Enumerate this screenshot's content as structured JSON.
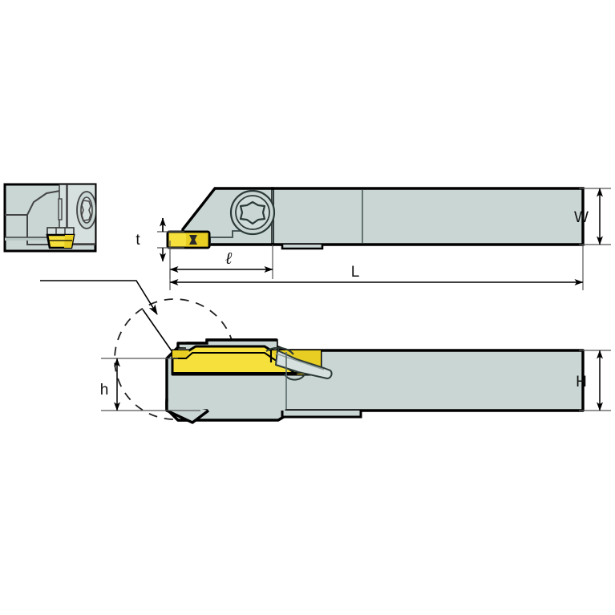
{
  "drawing": {
    "title": "Grooving / Cut-Off Tool Holder Dimension Drawing",
    "background_color": "#ffffff",
    "body_color": "#c9d6d4",
    "body_color_light": "#d6e0de",
    "insert_color": "#f5e03c",
    "insert_shade_color": "#e8ce22",
    "outline_color": "#000000",
    "thin_line_color": "#555555"
  },
  "dimensions": {
    "t": "t",
    "l": "ℓ",
    "L": "L",
    "W": "W",
    "h": "h",
    "H": "H"
  },
  "views": {
    "inset": {
      "name": "end-view-inset"
    },
    "top": {
      "name": "side-view-top"
    },
    "bottom": {
      "name": "detail-view-bottom"
    }
  },
  "features": {
    "torx_screw": "torx-screw-head",
    "clamp_key": "clamping-key",
    "detail_circle": "detail-circle",
    "leader_arrow": "leader-arrow"
  }
}
